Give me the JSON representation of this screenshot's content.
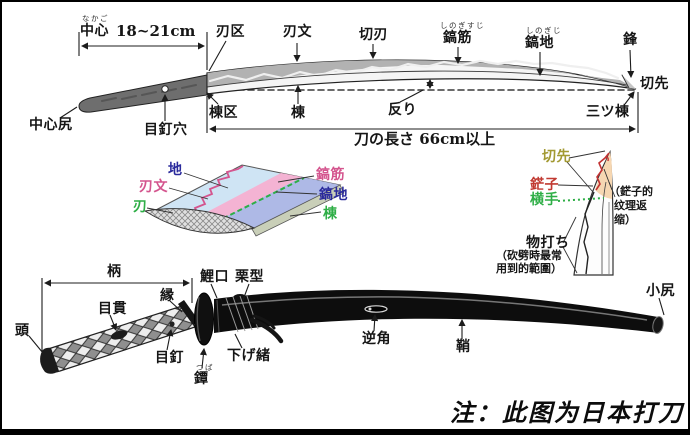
{
  "blade_top": {
    "furigana_nakago": "なかご",
    "nakago": "中心",
    "tang_length": "18~21cm",
    "hamachi": "刃区",
    "hamon": "刃文",
    "kiriha": "切刃",
    "furigana_shinogi_suji": "しのぎすじ",
    "shinogi_suji": "鎬筋",
    "furigana_shinogi_ji": "しのぎじ",
    "shinogi_ji": "鎬地",
    "hou": "鋒",
    "kissaki": "切先",
    "nakago_jiri": "中心尻",
    "mekugi_ana": "目釘穴",
    "mune_machi": "棟区",
    "mune": "棟",
    "sori": "反り",
    "mitsu_mune": "三ツ棟",
    "blade_length": "刀の長さ  66cm以上"
  },
  "cross_section": {
    "ji": "地",
    "hamon": "刃文",
    "ha": "刃",
    "shinogi_suji": "鎬筋",
    "shinogi_ji": "鎬地",
    "mune": "棟"
  },
  "tip_detail": {
    "kissaki": "切先",
    "boshi": "鋩子",
    "yokote": "横手",
    "boshi_note_line1": "（鋩子的",
    "boshi_note_line2": "纹理返",
    "boshi_note_line3": "缩）",
    "monouchi": "物打ち",
    "monouchi_note_line1": "（砍劈時最常",
    "monouchi_note_line2": "用到的範圍）"
  },
  "mounting": {
    "kashira": "頭",
    "tsuka": "柄",
    "menuki": "目貫",
    "fuchi": "縁",
    "mekugi": "目釘",
    "furigana_tsuba": "つば",
    "tsuba": "鐔",
    "koiguchi": "鯉口",
    "kurikata": "栗型",
    "sageo": "下げ緒",
    "sakakado": "逆角",
    "saya": "鞘",
    "kojiri": "小尻"
  },
  "note": "注：此图为日本打刀",
  "colors": {
    "label_pink": "#d4558e",
    "label_navy": "#2a2a9c",
    "label_green": "#2eae46",
    "label_red": "#c13a32",
    "label_khaki": "#a39a33",
    "boshi_fill": "#f6d7b2",
    "cross_blue": "#cfe4f4",
    "cross_pink": "#f4b3d3",
    "cross_periwinkle": "#aeb9e6"
  }
}
